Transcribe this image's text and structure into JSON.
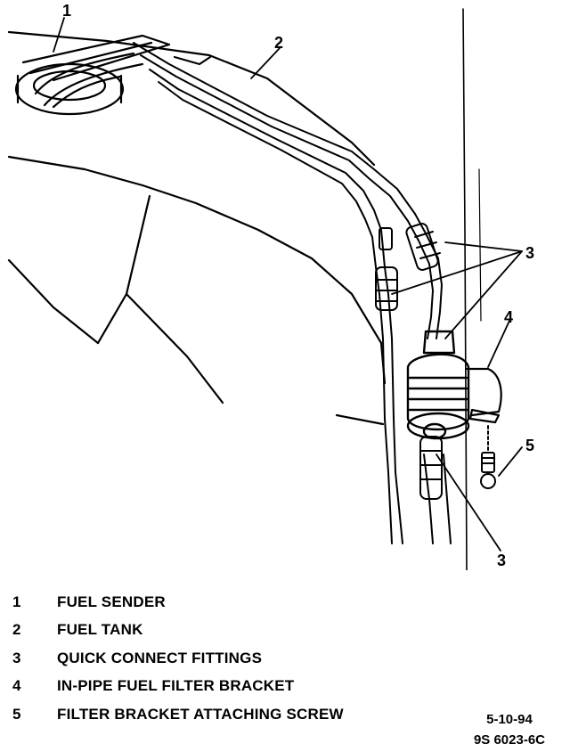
{
  "callouts": [
    "1",
    "2",
    "3",
    "3",
    "4",
    "5"
  ],
  "legend": [
    {
      "num": "1",
      "text": "FUEL SENDER"
    },
    {
      "num": "2",
      "text": "FUEL TANK"
    },
    {
      "num": "3",
      "text": "QUICK CONNECT FITTINGS"
    },
    {
      "num": "4",
      "text": "IN-PIPE FUEL FILTER BRACKET"
    },
    {
      "num": "5",
      "text": "FILTER BRACKET ATTACHING SCREW"
    }
  ],
  "doc": {
    "date": "5-10-94",
    "code": "9S 6023-6C"
  }
}
